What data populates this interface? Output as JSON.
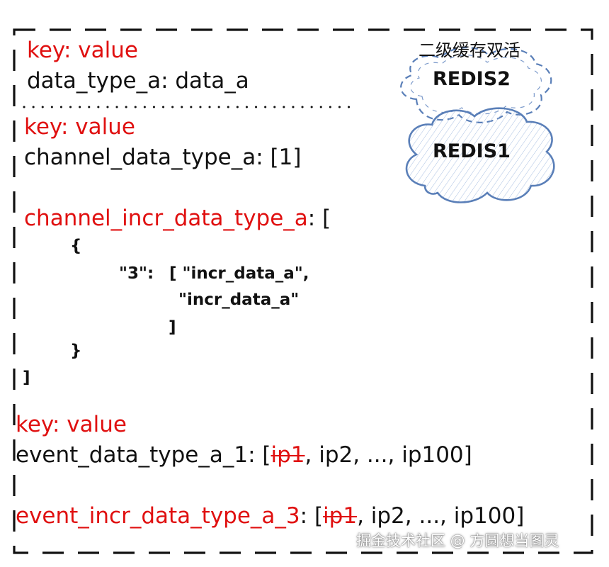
{
  "cache_panel": {
    "title": "二级缓存双活",
    "secondary": "REDIS2",
    "primary": "REDIS1"
  },
  "block1": {
    "key_label": "key: value",
    "line": "data_type_a: data_a"
  },
  "block2": {
    "key_label": "key: value",
    "line": "channel_data_type_a: [1]",
    "incr_key": "channel_incr_data_type_a",
    "incr_suffix": ": [",
    "open_brace": "{",
    "entry_key": "\"3\":",
    "entry_open": "[ \"incr_data_a\",",
    "entry_item2": "\"incr_data_a\"",
    "entry_close": "]",
    "close_brace": "}",
    "close_bracket": "]"
  },
  "block3": {
    "key_label": "key: value",
    "line1_prefix": "event_data_type_a_1: [",
    "line1_struck": "ip1",
    "line1_rest": ", ip2, ..., ip100]",
    "line2_key": "event_incr_data_type_a_3",
    "line2_prefix": ": [",
    "line2_struck": "ip1",
    "line2_rest": ", ip2, ..., ip100]"
  },
  "watermark": "掘金技术社区 @ 方圆想当图灵",
  "colors": {
    "key_red": "#e01010",
    "text": "#111111",
    "cloud_stroke": "#5a7fb8",
    "cloud_fill_lines": "#9ab4dc"
  }
}
